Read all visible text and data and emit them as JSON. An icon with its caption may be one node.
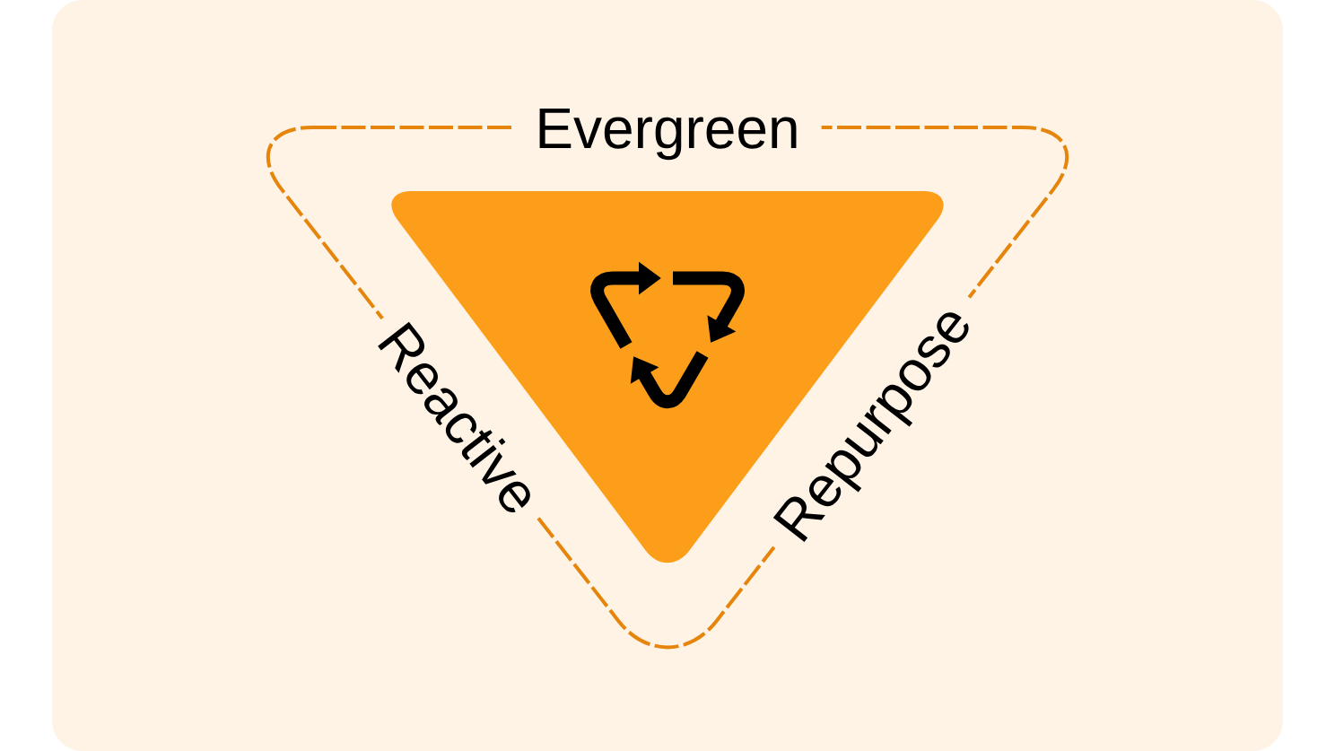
{
  "diagram": {
    "nodes": [
      {
        "text": [
          "Evergreen",
          "Reactive",
          "Repurpose"
        ]
      },
      {
        "text": [],
        "shape": "triangle",
        "in": 0
      }
    ]
  }
}
